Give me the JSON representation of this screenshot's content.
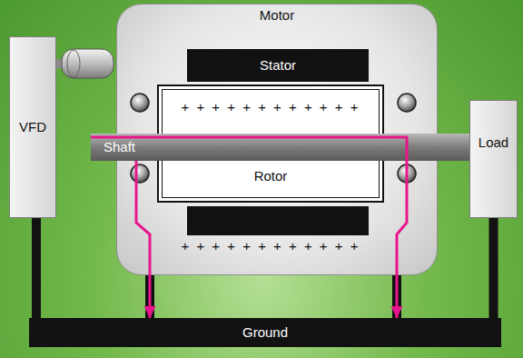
{
  "diagram": {
    "nodes": [
      {
        "text": [
          "Motor"
        ]
      },
      {
        "text": [
          "Stator"
        ],
        "in": 0
      },
      {
        "text": [
          "VFD"
        ]
      },
      {
        "text": [
          "Shaft"
        ]
      },
      {
        "text": [
          "Rotor"
        ],
        "in": 0
      },
      {
        "text": [
          "Load"
        ]
      },
      {
        "text": [
          "Ground"
        ]
      }
    ],
    "edges": [
      {
        "from": 2,
        "to": 6,
        "arrow": "none"
      },
      {
        "from": 0,
        "to": 6,
        "arrow": "none"
      },
      {
        "from": 0,
        "to": 6,
        "arrow": "none"
      },
      {
        "from": 5,
        "to": 6,
        "arrow": "none"
      },
      {
        "from": 3,
        "to": 6,
        "arrow": "to"
      },
      {
        "from": 3,
        "to": 6,
        "arrow": "to"
      }
    ],
    "labels": [
      "+ + + + + + + + + + + +",
      "+ + + + + + + + + + + +"
    ]
  }
}
